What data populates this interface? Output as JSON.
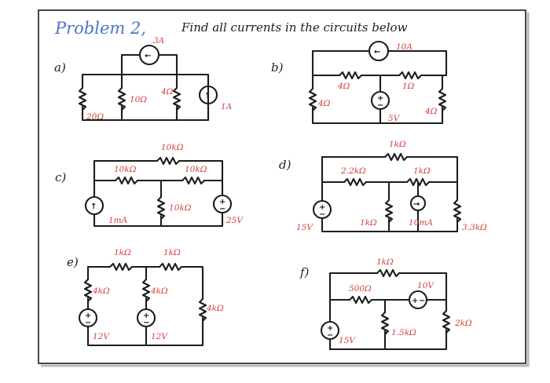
{
  "title": {
    "problem": "Problem 2,",
    "instruction": "Find all currents in the circuits below"
  },
  "circuits": {
    "a": {
      "label": "a)",
      "top_source": "3A",
      "r1": "20Ω",
      "r2": "10Ω",
      "r3": "4Ω",
      "right_source": "1A"
    },
    "b": {
      "label": "b)",
      "top_source": "10A",
      "r_top_left": "4Ω",
      "r_top_right": "1Ω",
      "r_left": "4Ω",
      "v_mid": "5V",
      "r_right": "4Ω"
    },
    "c": {
      "label": "c)",
      "r_top": "10kΩ",
      "r_mid_left": "10kΩ",
      "r_mid_right": "10kΩ",
      "r_vertical": "10kΩ",
      "i_left": "1mA",
      "v_right": "25V"
    },
    "d": {
      "label": "d)",
      "r_top": "1kΩ",
      "r_mid_left": "2.2kΩ",
      "r_mid_right": "1kΩ",
      "r_vertical": "1kΩ",
      "i_mid": "10mA",
      "v_left": "15V",
      "r_right": "3.3kΩ"
    },
    "e": {
      "label": "e)",
      "r_top_left": "1kΩ",
      "r_top_right": "1kΩ",
      "r_left": "4kΩ",
      "r_mid": "4kΩ",
      "r_right": "4kΩ",
      "v_left": "12V",
      "v_mid": "12V"
    },
    "f": {
      "label": "f)",
      "r_top": "1kΩ",
      "r_mid": "500Ω",
      "v_mid": "10V",
      "v_left": "15V",
      "r_vertical": "1.5kΩ",
      "r_right": "2kΩ"
    }
  },
  "symbols": {
    "arrow_left": "←",
    "arrow_right": "→",
    "arrow_up": "↑",
    "plus": "+",
    "minus": "−",
    "pm": "±"
  }
}
